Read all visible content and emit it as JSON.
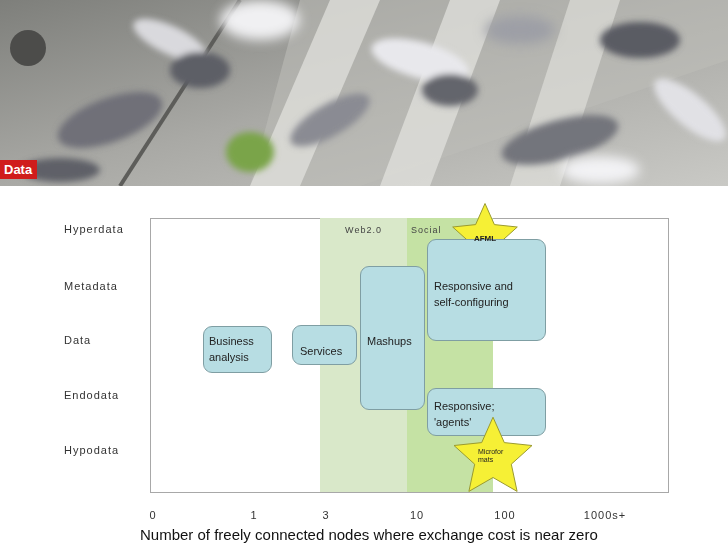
{
  "diagram": {
    "nodes": [
      {
        "text": [
          "Web2.0"
        ]
      },
      {
        "text": [
          "Social"
        ]
      },
      {
        "text": [
          "AFML"
        ]
      },
      {
        "text": [
          "Responsive and self-configuring"
        ]
      },
      {
        "text": [
          "Mashups"
        ]
      },
      {
        "text": [
          "Business analysis"
        ]
      },
      {
        "text": [
          "Services"
        ]
      },
      {
        "text": [
          "Responsive; 'agents'"
        ]
      },
      {
        "text": [
          "Microformats"
        ]
      }
    ],
    "labels": [
      "Data",
      "Hyperdata",
      "Metadata",
      "Data",
      "Endodata",
      "Hypodata",
      "0",
      "1",
      "3",
      "10",
      "100",
      "1000s+",
      "Number of freely connected nodes where exchange cost is near zero"
    ]
  }
}
